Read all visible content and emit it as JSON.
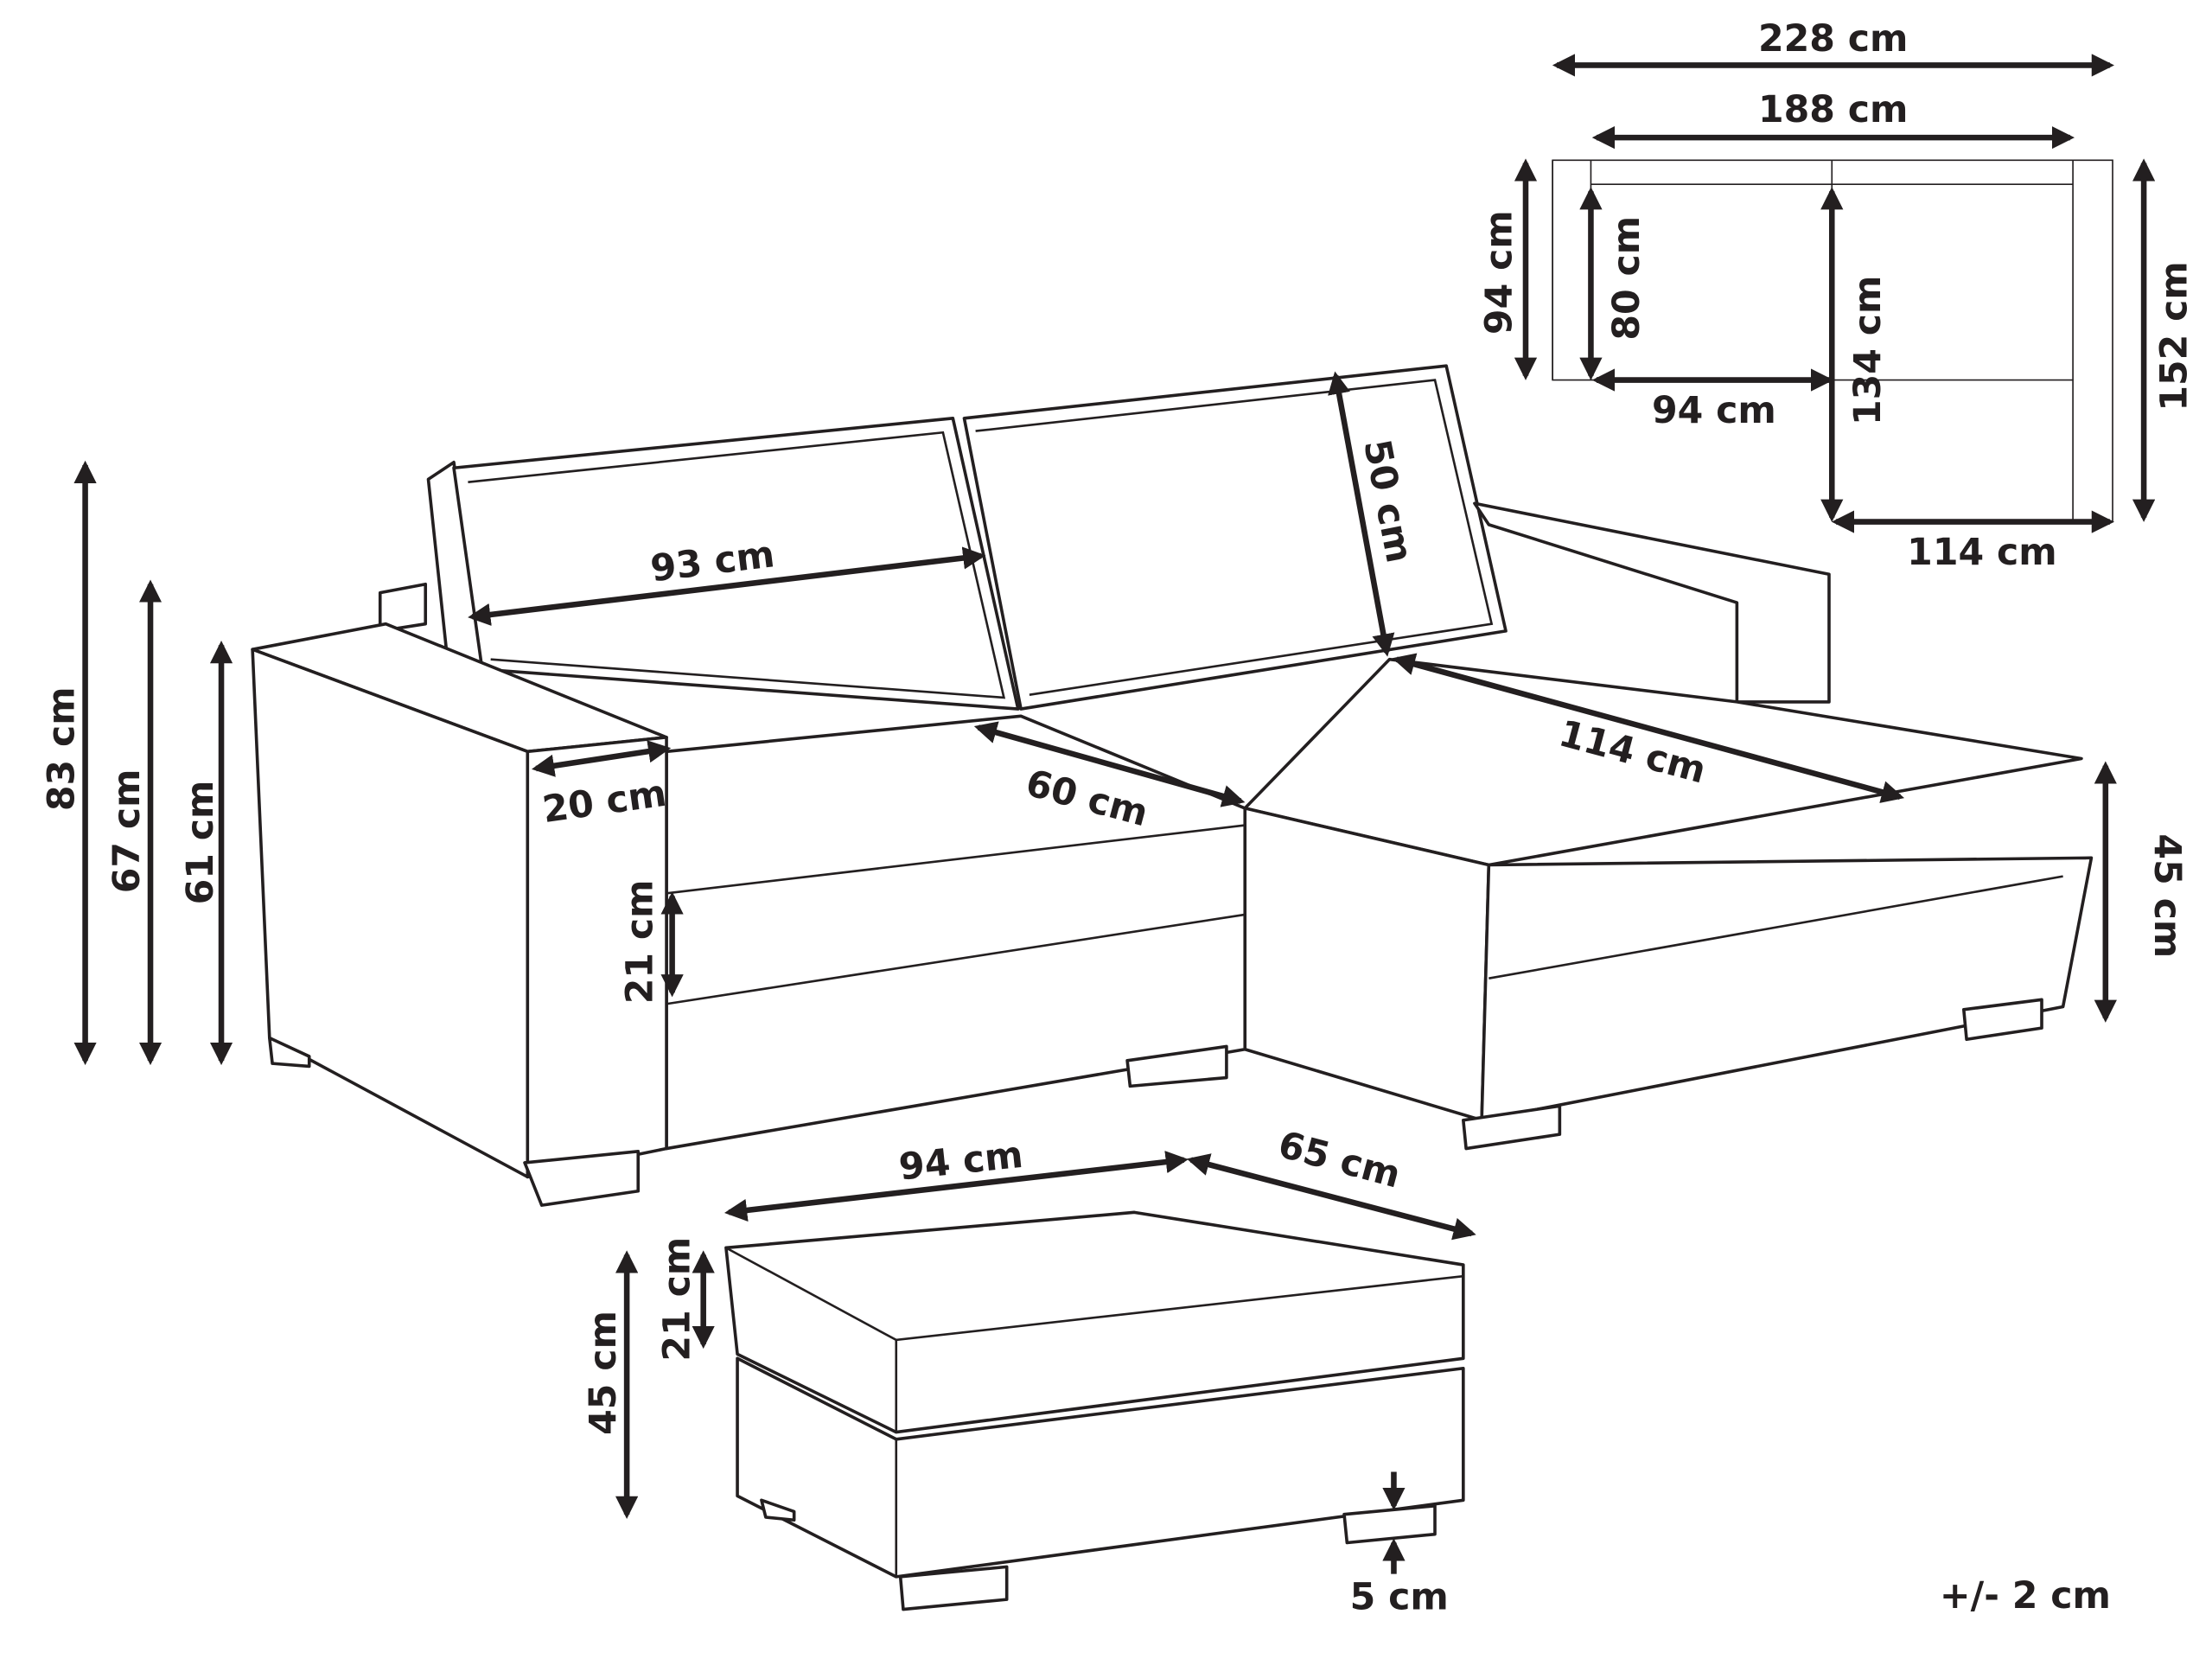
{
  "colors": {
    "line": "#231f20",
    "background": "#ffffff"
  },
  "dimensions": {
    "overall_height": "83 cm",
    "back_height": "67 cm",
    "arm_height": "61 cm",
    "backrest_width": "93 cm",
    "arm_width": "20 cm",
    "seat_cushion_height": "21 cm",
    "seat_depth": "60 cm",
    "back_cushion_height": "50 cm",
    "chaise_length": "114 cm",
    "seat_height": "45 cm",
    "ottoman_width": "94 cm",
    "ottoman_depth": "65 cm",
    "ottoman_cushion_height": "21 cm",
    "ottoman_height": "45 cm",
    "leg_height": "5 cm",
    "tolerance": "+/- 2 cm"
  },
  "top_view": {
    "total_width": "228 cm",
    "seat_width": "188 cm",
    "depth": "94 cm",
    "seat_depth": "80 cm",
    "section_width": "94 cm",
    "chaise_seat_depth": "134 cm",
    "chaise_width": "114 cm",
    "chaise_depth": "152 cm"
  }
}
